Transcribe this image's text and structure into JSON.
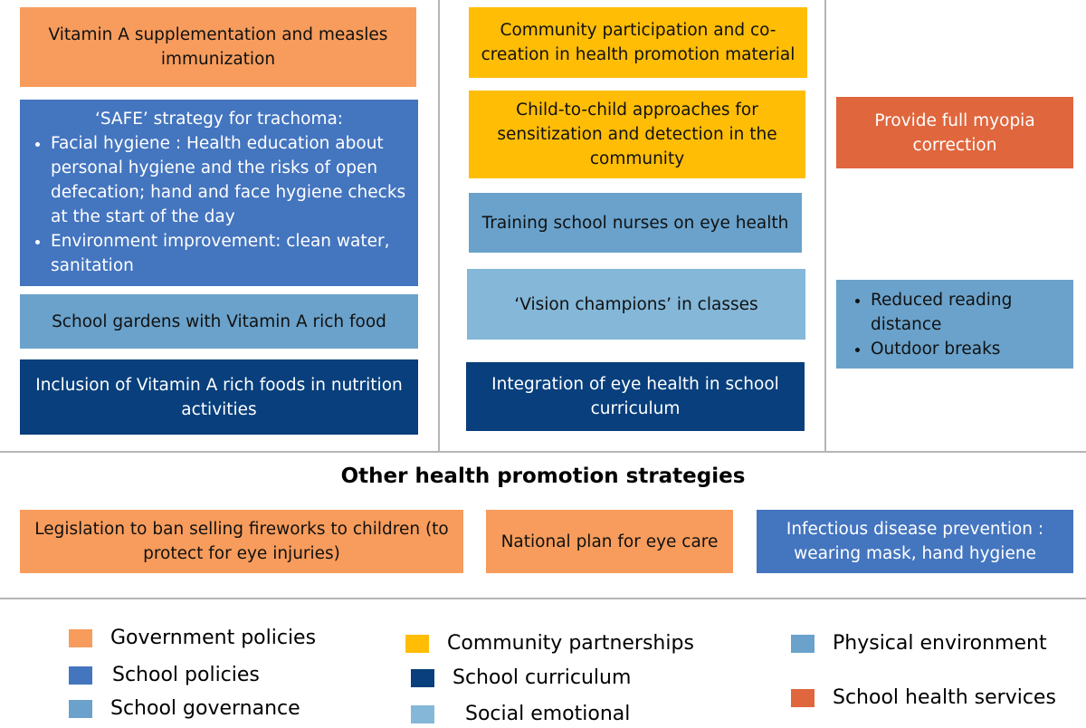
{
  "colors": {
    "government_policies": "#f79c5c",
    "school_policies": "#4475bf",
    "school_governance": "#6aa2cb",
    "school_curriculum": "#083f7c",
    "community_partnerships": "#ffbd06",
    "social_emotional": "#84b7d8",
    "physical_environment": "#6aa2cb",
    "school_health_services": "#e0663d"
  },
  "column1": {
    "vitamin_a": "Vitamin A supplementation and measles immunization",
    "safe_title": "‘SAFE’ strategy for trachoma:",
    "safe_bullets": [
      "Facial hygiene : Health education about personal hygiene and the risks of open defecation; hand and face hygiene checks at the start of the day",
      "Environment improvement: clean water, sanitation"
    ],
    "school_gardens": "School gardens with Vitamin A rich food",
    "inclusion": "Inclusion of Vitamin A rich foods in nutrition activities"
  },
  "column2": {
    "community_participation": "Community participation and co-creation in health promotion material",
    "child_to_child": "Child-to-child approaches for sensitization and detection in the community",
    "training_nurses": "Training school nurses on eye health",
    "vision_champions": "‘Vision champions’ in classes",
    "integration": "Integration of eye health in school curriculum"
  },
  "column3": {
    "myopia_correction": "Provide full myopia correction",
    "bullets": [
      "Reduced reading distance",
      "Outdoor breaks"
    ]
  },
  "other": {
    "title": "Other health promotion strategies",
    "legislation": "Legislation to ban selling fireworks to children (to protect for eye injuries)",
    "national_plan": "National plan for eye care",
    "infectious": "Infectious disease prevention : wearing mask, hand hygiene"
  },
  "legend": {
    "government_policies": "Government policies",
    "school_policies": "School policies",
    "school_governance": "School governance",
    "community_partnerships": "Community partnerships",
    "school_curriculum": "School curriculum",
    "social_emotional": "Social emotional",
    "physical_environment": "Physical environment",
    "school_health_services": "School health services"
  }
}
